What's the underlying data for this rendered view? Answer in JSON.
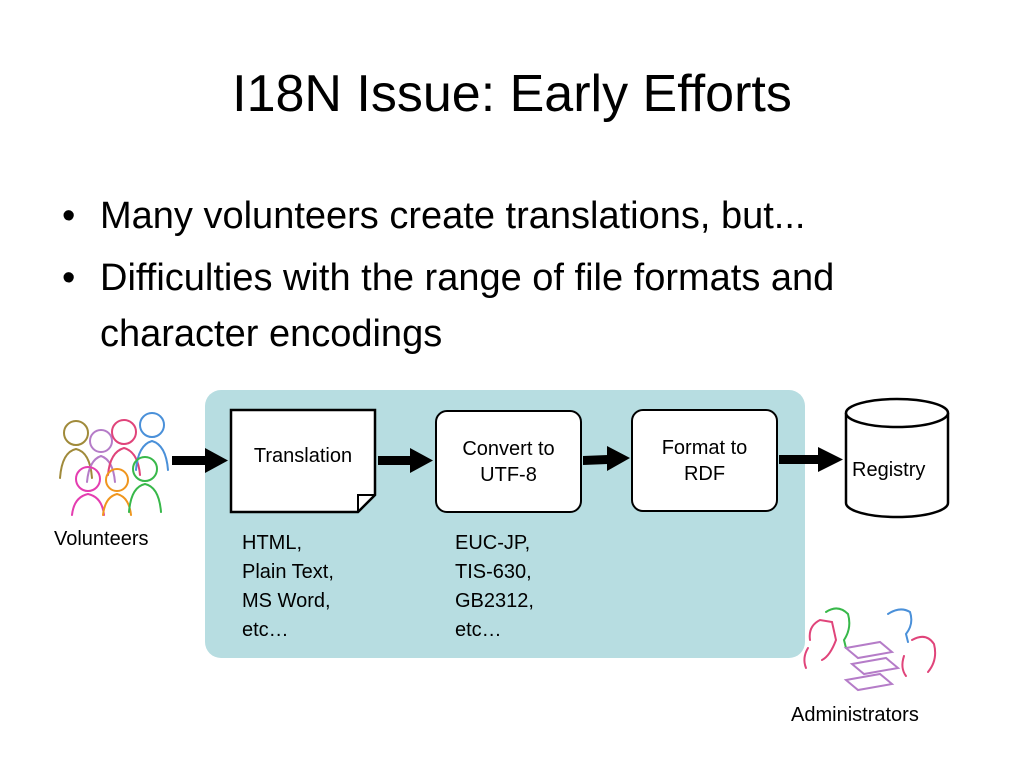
{
  "slide": {
    "title": "I18N Issue: Early Efforts",
    "bullets": [
      {
        "marker": "•",
        "text": "Many volunteers create translations, but..."
      },
      {
        "marker": "•",
        "text": "Difficulties with the range of file formats and character encodings"
      }
    ]
  },
  "diagram": {
    "volunteers_label": "Volunteers",
    "administrators_label": "Administrators",
    "steps": [
      {
        "label": "Translation"
      },
      {
        "label": "Convert to UTF-8"
      },
      {
        "label": "Format to RDF"
      }
    ],
    "registry_label": "Registry",
    "formats": [
      "HTML,",
      "Plain Text,",
      "MS Word,",
      "etc…"
    ],
    "encodings": [
      "EUC-JP,",
      "TIS-630,",
      "GB2312,",
      "etc…"
    ],
    "colors": {
      "panel": "#b7dde1",
      "box_fill": "#ffffff",
      "stroke": "#000000"
    },
    "icons": {
      "volunteers": "people-group-icon",
      "administrators": "admin-group-icon"
    }
  }
}
